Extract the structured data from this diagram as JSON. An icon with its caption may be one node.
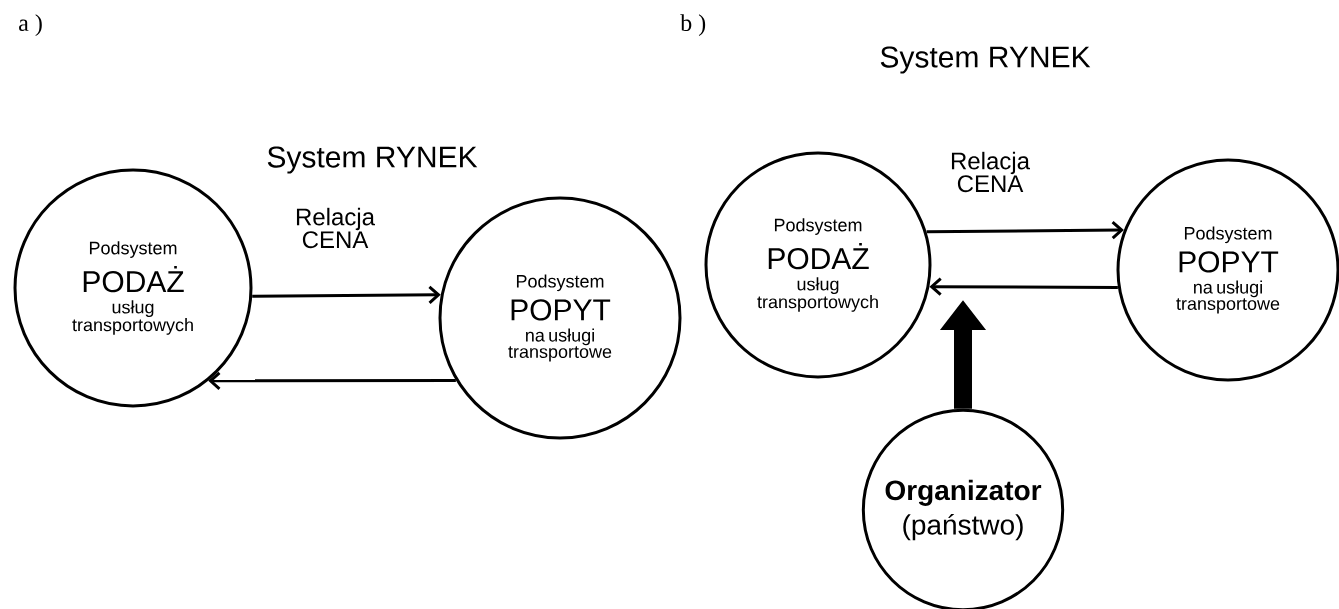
{
  "diagram": {
    "nodes": [
      {
        "text": [
          "Podsystem",
          "PODAŻ",
          "usług transportowych"
        ]
      },
      {
        "text": [
          "Podsystem",
          "POPYT",
          "na usługi transportowe"
        ]
      },
      {
        "text": [
          "Podsystem",
          "PODAŻ",
          "usług transportowych"
        ]
      },
      {
        "text": [
          "Podsystem",
          "POPYT",
          "na usługi transportowe"
        ]
      },
      {
        "text": [
          "Organizator",
          "(państwo)"
        ]
      }
    ],
    "edges": [
      {
        "from": 0,
        "to": 1,
        "arrow": "to",
        "label": "Relacja CENA"
      },
      {
        "from": 1,
        "to": 0,
        "arrow": "to"
      },
      {
        "from": 2,
        "to": 3,
        "arrow": "to",
        "label": "Relacja CENA"
      },
      {
        "from": 3,
        "to": 2,
        "arrow": "to"
      },
      {
        "from": 4,
        "to": null,
        "arrow": "to",
        "style": "thick"
      }
    ],
    "labels": [
      "a )",
      "b )",
      "System RYNEK",
      "System RYNEK"
    ]
  }
}
